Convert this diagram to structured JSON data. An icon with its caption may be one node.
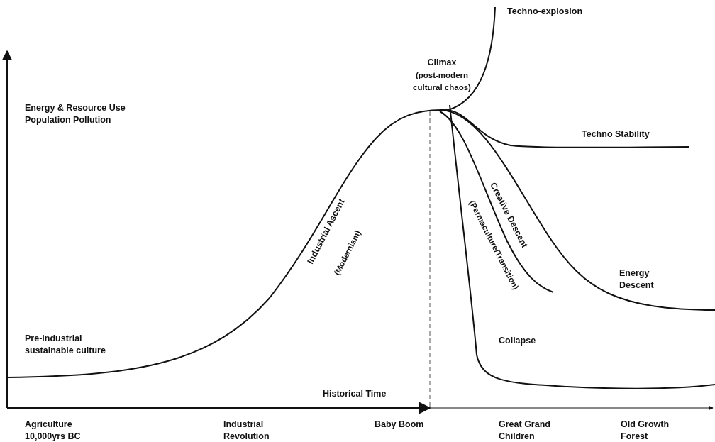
{
  "diagram": {
    "labels": [
      "Techno-explosion",
      "Climax",
      "(post-modern cultural chaos)",
      "Energy & Resource Use Population Pollution",
      "Techno Stability",
      "Industrial Ascent",
      "(Modernism)",
      "Creative Descent",
      "(Permaculture/Transition)",
      "Energy Descent",
      "Pre-industrial sustainable culture",
      "Collapse",
      "Historical Time",
      "Agriculture 10,000yrs BC",
      "Industrial Revolution",
      "Baby Boom",
      "Great Grand Children",
      "Old Growth Forest"
    ]
  }
}
